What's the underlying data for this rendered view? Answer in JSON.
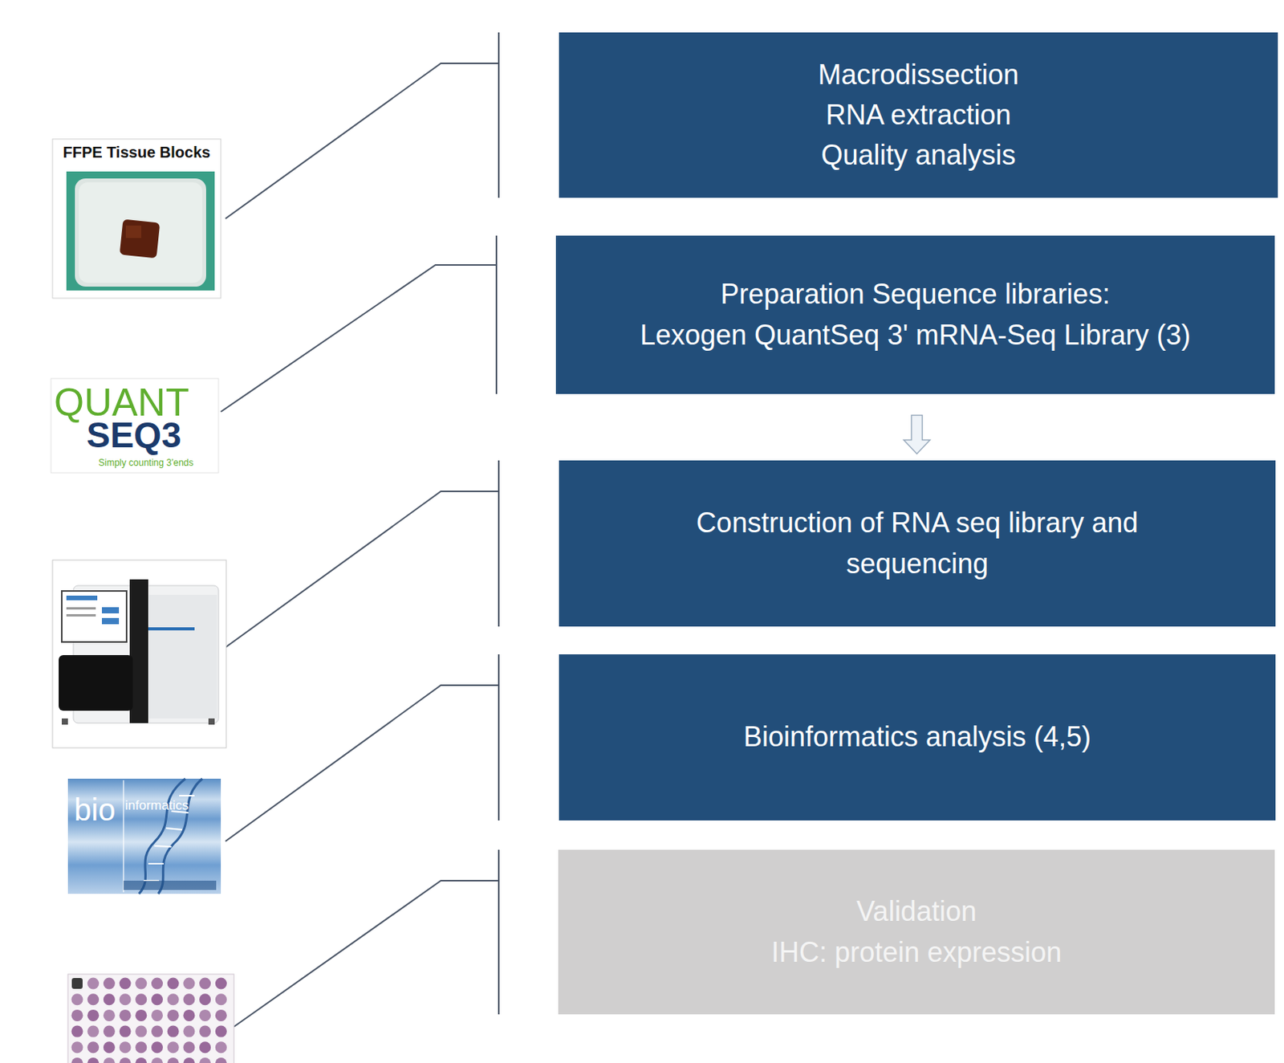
{
  "diagram": {
    "nodes": [
      {
        "text": [
          "Macrodissection",
          "RNA extraction",
          "Quality analysis"
        ]
      },
      {
        "text": [
          "Preparation Sequence libraries:",
          "Lexogen QuantSeq 3' mRNA-Seq Library (3)"
        ]
      },
      {
        "text": [
          "Construction of RNA seq library and sequencing"
        ]
      },
      {
        "text": [
          "Bioinformatics analysis (4,5)"
        ]
      },
      {
        "text": [
          "Validation",
          "IHC: protein expression"
        ]
      }
    ],
    "edges": [
      {
        "from": 1,
        "to": 2,
        "arrow": "to"
      }
    ],
    "labels": [
      "FFPE Tissue Blocks",
      "QUANT",
      "SEQ3",
      "Simply counting 3'ends",
      "bio",
      "informatics"
    ]
  }
}
